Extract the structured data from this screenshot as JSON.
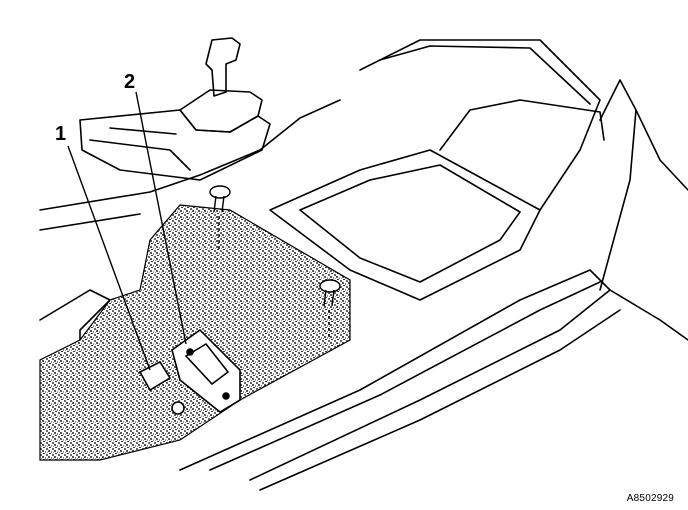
{
  "callouts": [
    {
      "label": "1"
    },
    {
      "label": "2"
    }
  ],
  "reference_code": "A8502929",
  "colors": {
    "line": "#000000",
    "background": "#ffffff",
    "carpet": "#8a8a8a"
  }
}
